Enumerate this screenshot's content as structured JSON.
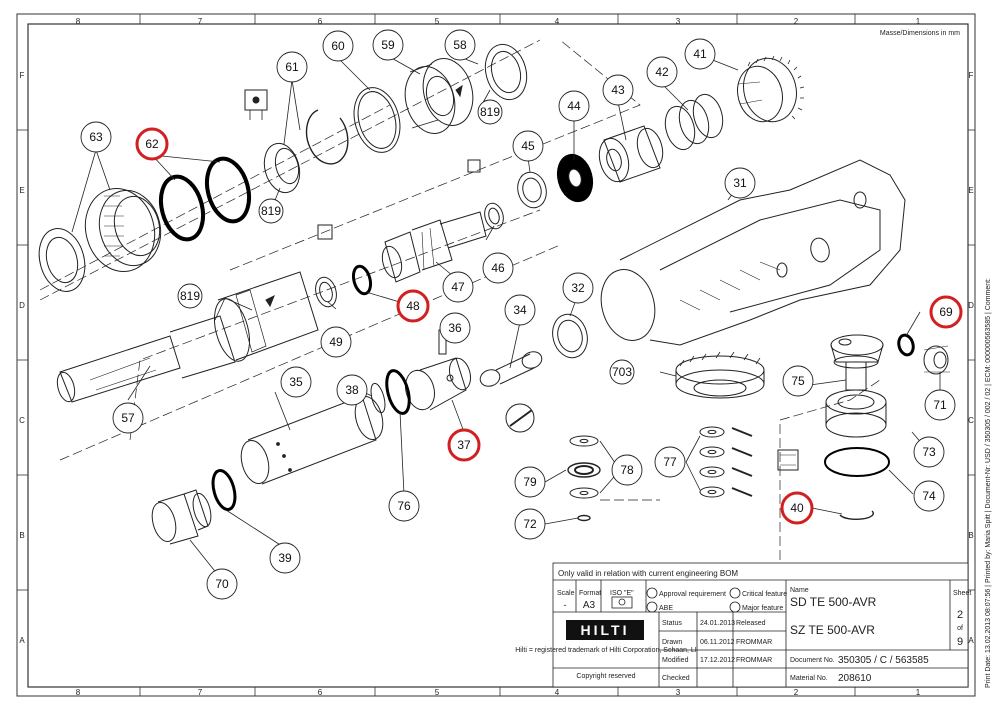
{
  "sheet_note": "Masse/Dimensions in mm",
  "print_info": "Print Date: 13.02.2013 08:07:56 | Printed by: Maria Spitt | Document-Nr: USD / 350305 / 002 / 02 | ECM: 000000563585 | Comment:",
  "grid": {
    "columns": [
      "8",
      "7",
      "6",
      "5",
      "4",
      "3",
      "2",
      "1"
    ],
    "rows": [
      "F",
      "E",
      "D",
      "C",
      "B",
      "A"
    ]
  },
  "callouts": [
    "63",
    "62",
    "61",
    "60",
    "59",
    "58",
    "41",
    "42",
    "43",
    "44",
    "45",
    "819",
    "819",
    "819",
    "31",
    "48",
    "47",
    "46",
    "49",
    "32",
    "34",
    "36",
    "57",
    "69",
    "71",
    "75",
    "703",
    "38",
    "35",
    "37",
    "76",
    "77",
    "78",
    "79",
    "72",
    "73",
    "74",
    "40",
    "39",
    "70"
  ],
  "highlighted": [
    "62",
    "48",
    "37",
    "40",
    "69"
  ],
  "title_block": {
    "validity": "Only valid in relation with current engineering BOM",
    "scale_label": "Scale",
    "scale_value": "-",
    "format_label": "Format",
    "format_value": "A3",
    "iso_label": "ISO \"E\"",
    "approval_requirement": "Approval requirement",
    "critical_feature": "Critical feature",
    "abe": "ABE",
    "major_feature": "Major feature",
    "name_label": "Name",
    "name_1": "SD TE 500-AVR",
    "name_2": "SZ TE 500-AVR",
    "sheet_label": "Sheet",
    "sheet_no": "2",
    "of_label": "of",
    "sheet_total": "9",
    "logo": "HILTI",
    "trademark": "Hilti = registered trademark of Hilti Corporation, Schaan, LI",
    "copyright": "Copyright reserved",
    "status_label": "Status",
    "status_date": "24.01.2013",
    "status_value": "Released",
    "drawn_label": "Drawn",
    "drawn_date": "06.11.2012",
    "drawn_by": "FROMMAR",
    "modified_label": "Modified",
    "modified_date": "17.12.2012",
    "modified_by": "FROMMAR",
    "checked_label": "Checked",
    "document_label": "Document No.",
    "document_value": "350305 / C / 563585",
    "material_label": "Material No.",
    "material_value": "208610"
  }
}
